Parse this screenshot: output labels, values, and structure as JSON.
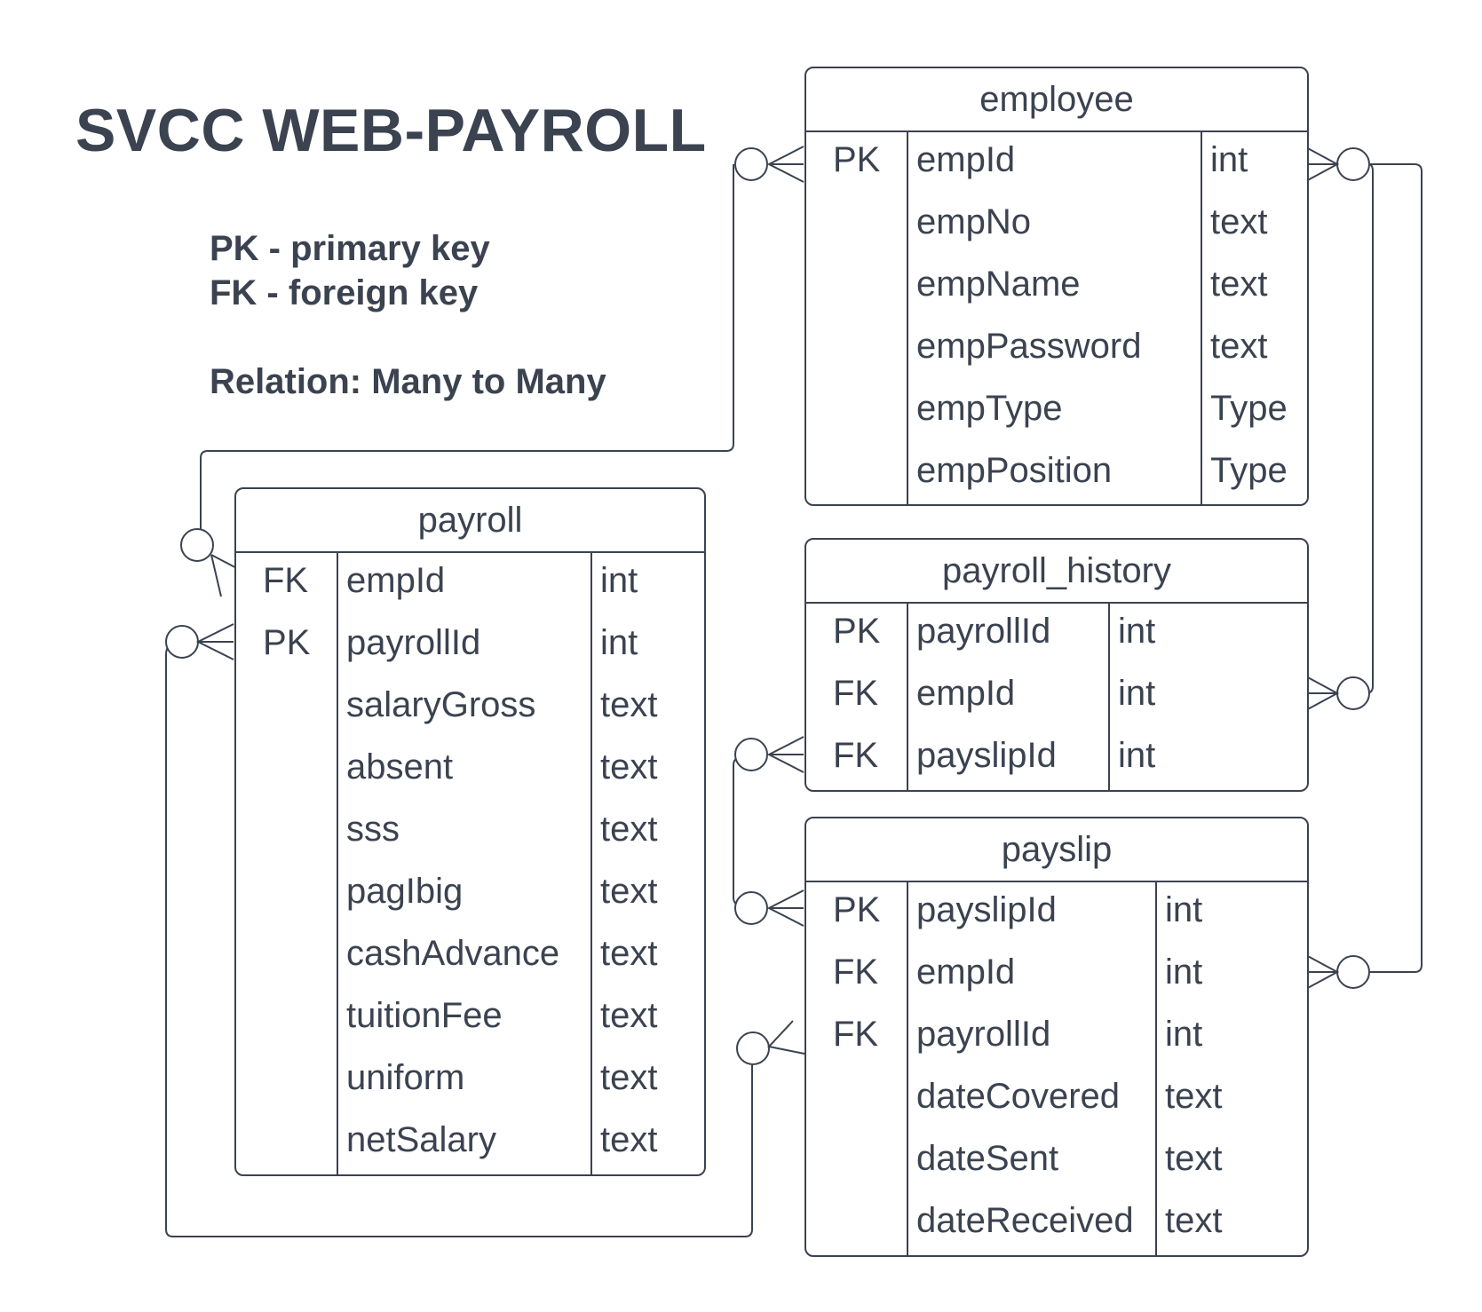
{
  "title": "SVCC WEB-PAYROLL",
  "legend": {
    "pk": "PK - primary key",
    "fk": "FK - foreign key",
    "relation": "Relation: Many to Many"
  },
  "colors": {
    "stroke": "#3b4250",
    "background": "#ffffff"
  },
  "entities": {
    "employee": {
      "name": "employee",
      "rows": [
        {
          "key": "PK",
          "field": "empId",
          "type": "int"
        },
        {
          "key": "",
          "field": "empNo",
          "type": "text"
        },
        {
          "key": "",
          "field": "empName",
          "type": "text"
        },
        {
          "key": "",
          "field": "empPassword",
          "type": "text"
        },
        {
          "key": "",
          "field": "empType",
          "type": "Type"
        },
        {
          "key": "",
          "field": "empPosition",
          "type": "Type"
        }
      ]
    },
    "payroll": {
      "name": "payroll",
      "rows": [
        {
          "key": "FK",
          "field": "empId",
          "type": "int"
        },
        {
          "key": "PK",
          "field": "payrollId",
          "type": "int"
        },
        {
          "key": "",
          "field": "salaryGross",
          "type": "text"
        },
        {
          "key": "",
          "field": "absent",
          "type": "text"
        },
        {
          "key": "",
          "field": "sss",
          "type": "text"
        },
        {
          "key": "",
          "field": "pagIbig",
          "type": "text"
        },
        {
          "key": "",
          "field": "cashAdvance",
          "type": "text"
        },
        {
          "key": "",
          "field": "tuitionFee",
          "type": "text"
        },
        {
          "key": "",
          "field": "uniform",
          "type": "text"
        },
        {
          "key": "",
          "field": "netSalary",
          "type": "text"
        }
      ]
    },
    "payroll_history": {
      "name": "payroll_history",
      "rows": [
        {
          "key": "PK",
          "field": "payrollId",
          "type": "int"
        },
        {
          "key": "FK",
          "field": "empId",
          "type": "int"
        },
        {
          "key": "FK",
          "field": "payslipId",
          "type": "int"
        }
      ]
    },
    "payslip": {
      "name": "payslip",
      "rows": [
        {
          "key": "PK",
          "field": "payslipId",
          "type": "int"
        },
        {
          "key": "FK",
          "field": "empId",
          "type": "int"
        },
        {
          "key": "FK",
          "field": "payrollId",
          "type": "int"
        },
        {
          "key": "",
          "field": "dateCovered",
          "type": "text"
        },
        {
          "key": "",
          "field": "dateSent",
          "type": "text"
        },
        {
          "key": "",
          "field": "dateReceived",
          "type": "text"
        }
      ]
    }
  }
}
